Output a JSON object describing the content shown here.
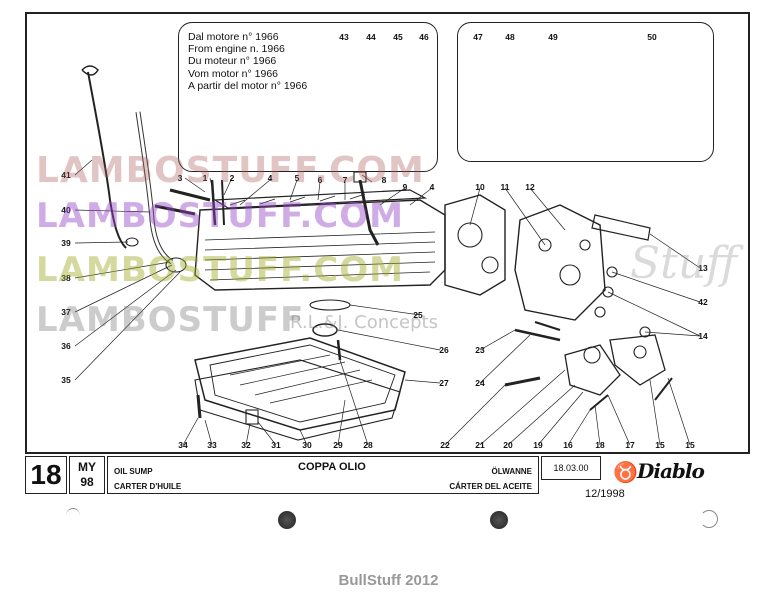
{
  "inset_left": {
    "lines": [
      "Dal motore n° 1966",
      "From engine n. 1966",
      "Du moteur n° 1966",
      "Vom motor n° 1966",
      "A partir del motor n° 1966"
    ],
    "callouts": [
      "43",
      "44",
      "45",
      "46"
    ]
  },
  "inset_right": {
    "callouts": [
      "47",
      "48",
      "49",
      "50"
    ]
  },
  "callouts": {
    "c1": "1",
    "c2": "2",
    "c3": "3",
    "c4a": "4",
    "c4b": "4",
    "c5": "5",
    "c6": "6",
    "c7": "7",
    "c8": "8",
    "c9": "9",
    "c10": "10",
    "c11": "11",
    "c12": "12",
    "c13": "13",
    "c14": "14",
    "c15a": "15",
    "c15b": "15",
    "c16": "16",
    "c17": "17",
    "c18": "18",
    "c19": "19",
    "c20": "20",
    "c21": "21",
    "c22": "22",
    "c23": "23",
    "c24": "24",
    "c25": "25",
    "c26": "26",
    "c27": "27",
    "c28": "28",
    "c29": "29",
    "c30": "30",
    "c31": "31",
    "c32": "32",
    "c33": "33",
    "c34": "34",
    "c35": "35",
    "c36": "36",
    "c37": "37",
    "c38": "38",
    "c39": "39",
    "c40": "40",
    "c41": "41",
    "c42": "42"
  },
  "watermarks": [
    "LAMBOSTUFF.COM",
    "LAMBOSTUFF.COM",
    "LAMBOSTUFF.COM",
    "LAMBOSTUFF",
    "R.L.&J. Concepts",
    "Stuff"
  ],
  "title_block": {
    "table_number": "18",
    "my_label": "MY",
    "my_year": "98",
    "title": "COPPA OLIO",
    "desc_en": "OIL SUMP",
    "desc_fr": "CARTER D'HUILE",
    "desc_de": "ÖLWANNE",
    "desc_es": "CÁRTER DEL ACEITE",
    "date": "18.03.00",
    "brand": "Diablo",
    "issue": "12/1998"
  },
  "footer": "BullStuff 2012"
}
